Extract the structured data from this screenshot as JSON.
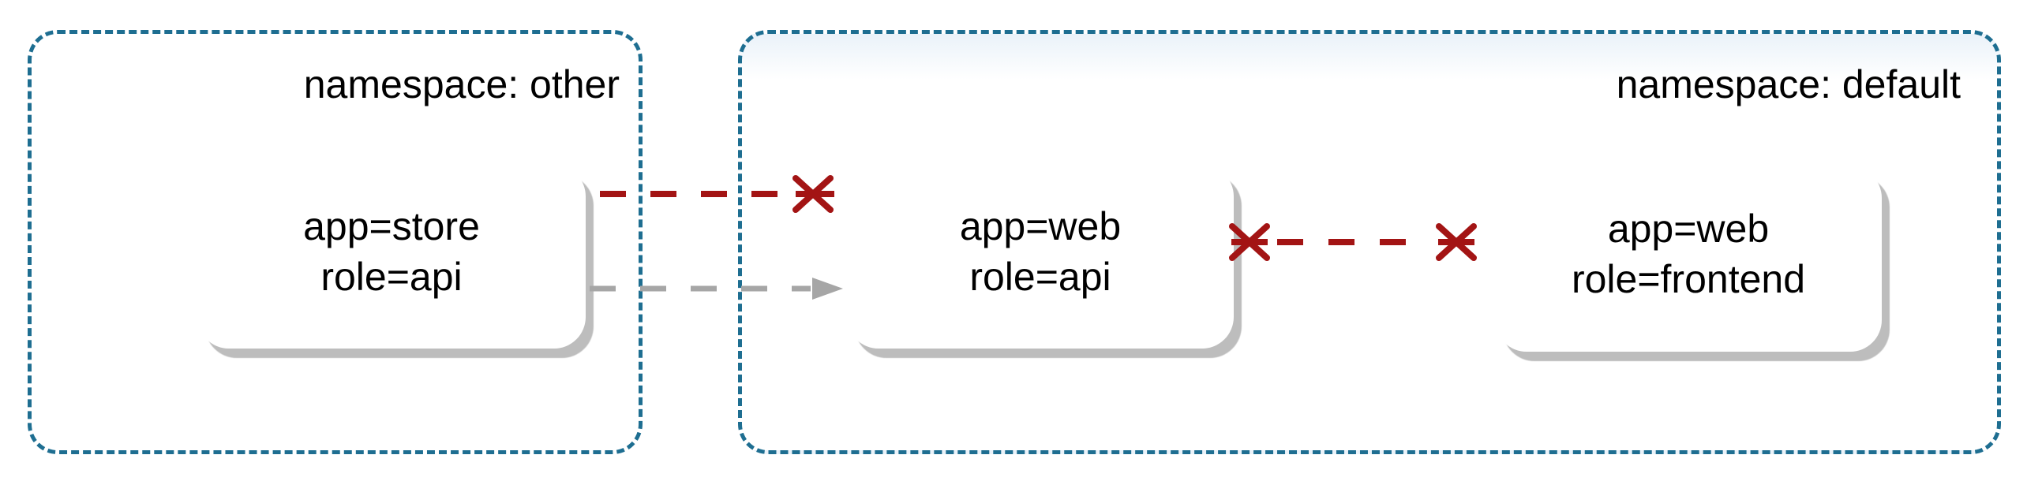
{
  "namespaces": {
    "other": {
      "label": "namespace: other"
    },
    "default": {
      "label": "namespace: default"
    }
  },
  "pods": {
    "store_api": {
      "line1": "app=store",
      "line2": "role=api"
    },
    "web_api": {
      "line1": "app=web",
      "line2": "role=api"
    },
    "web_frontend": {
      "line1": "app=web",
      "line2": "role=frontend"
    }
  },
  "connections": [
    {
      "from": "app=store role=api (namespace: other)",
      "to": "namespace: default",
      "status": "blocked",
      "style": "red dashed line ending in cross"
    },
    {
      "from": "app=store role=api (namespace: other)",
      "to": "app=web role=api (namespace: default)",
      "status": "allowed",
      "style": "gray dashed arrow"
    },
    {
      "from": "app=web role=api",
      "to": "app=web role=frontend",
      "status": "blocked-both-directions",
      "style": "red dashed line with cross at both ends"
    }
  ],
  "colors": {
    "namespace_border": "#1e6e91",
    "namespace_tint": "#eaf2f9",
    "blocked": "#a31414",
    "allowed": "#a6a6a6",
    "pod_shadow": "#bdbdbd",
    "text": "#000000"
  }
}
